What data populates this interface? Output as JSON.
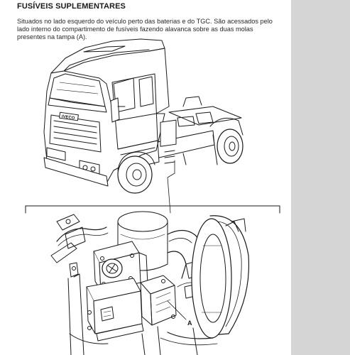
{
  "section": {
    "title": "FUSÍVEIS SUPLEMENTARES",
    "description": "Situados no lado esquerdo do veículo perto das baterias e do TGC. São acessados pelo lado interno do compartimento de fusíveis fazendo alavanca sobre as duas molas presentes na tampa (A)."
  },
  "figure": {
    "truck_brand_label": "IVECO",
    "callout_label": "A"
  },
  "colors": {
    "page": "#ffffff",
    "gutter": "#d5d5d5",
    "line": "#1a1a1a"
  }
}
